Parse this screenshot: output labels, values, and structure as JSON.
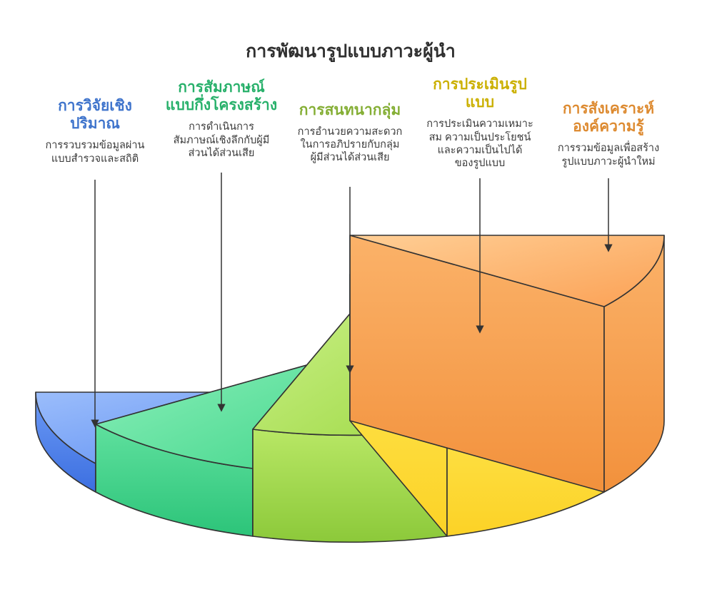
{
  "title": "การพัฒนารูปแบบภาวะผู้นำ",
  "steps": [
    {
      "label": "การวิจัยเชิง\nปริมาณ",
      "description": "การรวบรวมข้อมูลผ่าน\nแบบสำรวจและสถิติ",
      "color": "#3f74cc"
    },
    {
      "label": "การสัมภาษณ์\nแบบกึ่งโครงสร้าง",
      "description": "การดำเนินการ\nสัมภาษณ์เชิงลึกกับผู้มี\nส่วนได้ส่วนเสีย",
      "color": "#27b06a"
    },
    {
      "label": "การสนทนากลุ่ม",
      "description": "การอำนวยความสะดวก\nในการอภิปรายกับกลุ่ม\nผู้มีส่วนได้ส่วนเสีย",
      "color": "#84ae34"
    },
    {
      "label": "การประเมินรูป\nแบบ",
      "description": "การประเมินความเหมาะ\nสม ความเป็นประโยชน์\nและความเป็นไปได้\nของรูปแบบ",
      "color": "#cbb000"
    },
    {
      "label": "การสังเคราะห์\nองค์ความรู้",
      "description": "การรวมข้อมูลเพื่อสร้าง\nรูปแบบภาวะผู้นำใหม่",
      "color": "#dd8a30"
    }
  ],
  "chart_data": {
    "type": "pie",
    "variant": "3d-staircase-fan",
    "title": "การพัฒนารูปแบบภาวะผู้นำ",
    "legend_position": "top",
    "segments": [
      {
        "label": "การวิจัยเชิงปริมาณ",
        "angle_deg": 36,
        "height_level": 1,
        "color": "#5b8df2"
      },
      {
        "label": "การสัมภาษณ์แบบกึ่งโครงสร้าง",
        "angle_deg": 36,
        "height_level": 2,
        "color": "#4ad891"
      },
      {
        "label": "การสนทนากลุ่ม",
        "angle_deg": 36,
        "height_level": 3,
        "color": "#a5dd4e"
      },
      {
        "label": "การประเมินรูปแบบ",
        "angle_deg": 36,
        "height_level": 4,
        "color": "#ffe63e"
      },
      {
        "label": "การสังเคราะห์องค์ความรู้",
        "angle_deg": 36,
        "height_level": 5,
        "color": "#fda85c"
      }
    ]
  }
}
